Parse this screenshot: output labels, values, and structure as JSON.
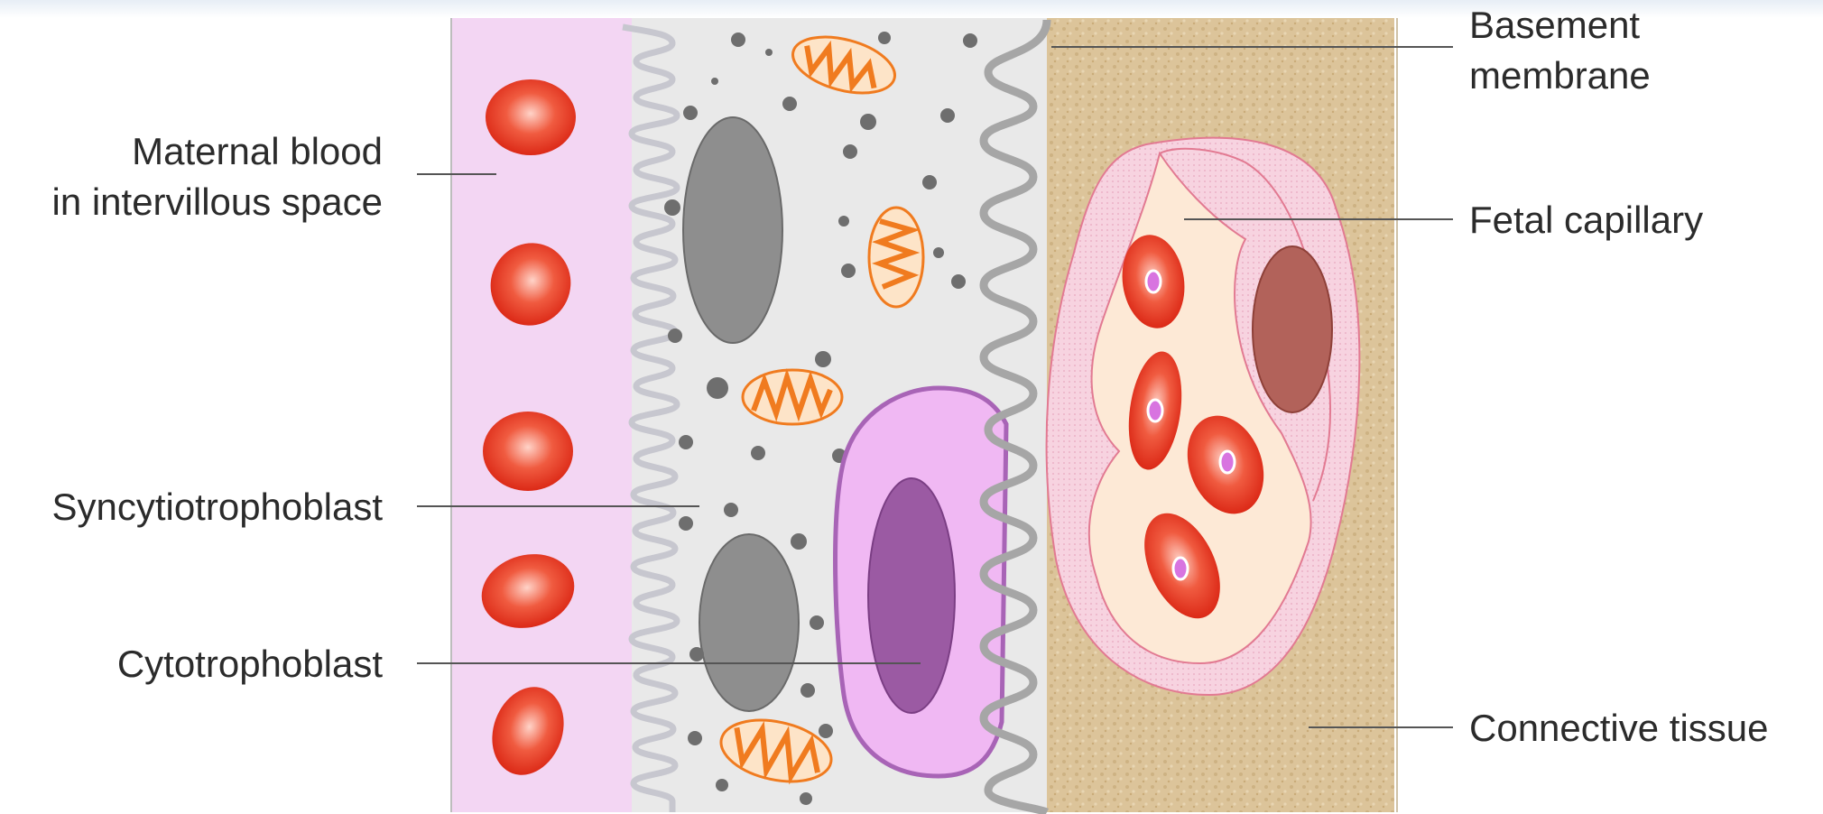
{
  "labels": {
    "maternal_blood": [
      "Maternal blood",
      "in intervillous space"
    ],
    "syncytiotrophoblast": "Syncytiotrophoblast",
    "cytotrophoblast": "Cytotrophoblast",
    "basement_membrane": [
      "Basement",
      "membrane"
    ],
    "fetal_capillary": "Fetal capillary",
    "connective_tissue": "Connective tissue"
  },
  "colors": {
    "maternal_blood_zone": "#f3d6f3",
    "syncytiotrophoblast_zone": "#e9e9e9",
    "connective_tissue": "#dcc49a",
    "red_blood_cell": "#e8331f",
    "nucleus_gray": "#8e8e8e",
    "cytotrophoblast_cell": "#f0b8f3",
    "cytotrophoblast_nucleus": "#9b5aa3",
    "mitochondrion": "#f07b1f",
    "fetal_capillary_wall": "#f7d3e0",
    "fetal_capillary_lumen": "#fde9d6",
    "endothelial_nucleus": "#b2625a",
    "basement_membrane": "#a6a6a6",
    "leader_line": "#555555"
  }
}
